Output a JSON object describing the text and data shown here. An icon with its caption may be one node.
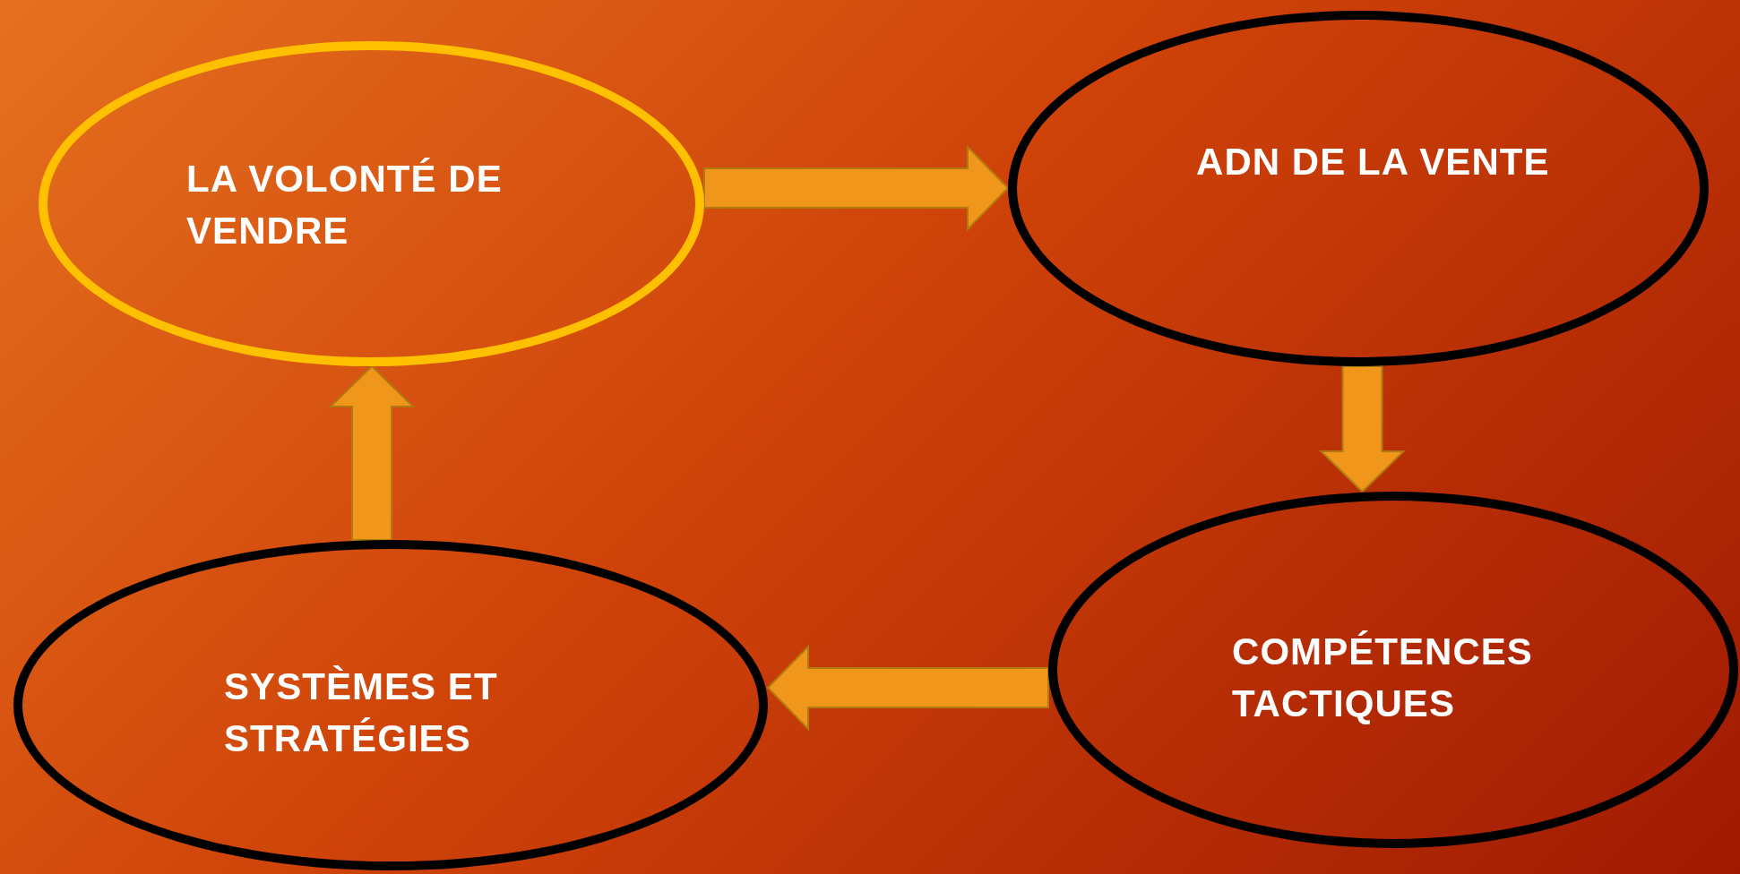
{
  "diagram": {
    "nodes": [
      {
        "text": [
          "LA VOLONTÉ DE VENDRE"
        ]
      },
      {
        "text": [
          "ADN DE LA VENTE"
        ]
      },
      {
        "text": [
          "COMPÉTENCES TACTIQUES"
        ]
      },
      {
        "text": [
          "SYSTÈMES ET STRATÉGIES"
        ]
      }
    ],
    "edges": [
      {
        "from": 0,
        "to": 1,
        "arrow": "to"
      },
      {
        "from": 1,
        "to": 2,
        "arrow": "to"
      },
      {
        "from": 2,
        "to": 3,
        "arrow": "to"
      },
      {
        "from": 3,
        "to": 0,
        "arrow": "to"
      }
    ]
  }
}
